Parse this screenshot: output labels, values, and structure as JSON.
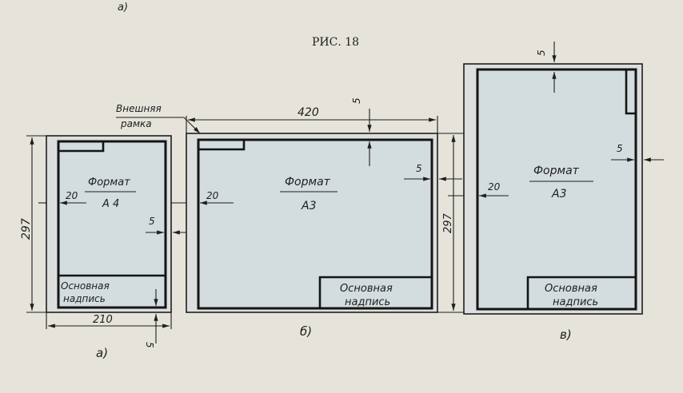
{
  "header": {
    "top_caption": "а)",
    "figure_title": "РИС. 18"
  },
  "outer_frame_label": {
    "line1": "Внешняя",
    "line2": "рамка"
  },
  "a4": {
    "format_label": "Формат",
    "format_value": "А 4",
    "title_block_line1": "Основная",
    "title_block_line2": "надпись",
    "height_dim": "297",
    "width_dim": "210",
    "margin_left": "20",
    "margin_right": "5",
    "margin_bottom": "5",
    "caption": "а)"
  },
  "a3_landscape": {
    "format_label": "Формат",
    "format_value": "А3",
    "title_block_line1": "Основная",
    "title_block_line2": "надпись",
    "width_dim": "420",
    "height_dim": "297",
    "margin_left": "20",
    "margin_top": "5",
    "margin_right": "5",
    "caption": "б)"
  },
  "a3_portrait": {
    "format_label": "Формат",
    "format_value": "А3",
    "title_block_line1": "Основная",
    "title_block_line2": "надпись",
    "margin_left": "20",
    "margin_top": "5",
    "margin_right": "5",
    "caption": "в)"
  }
}
